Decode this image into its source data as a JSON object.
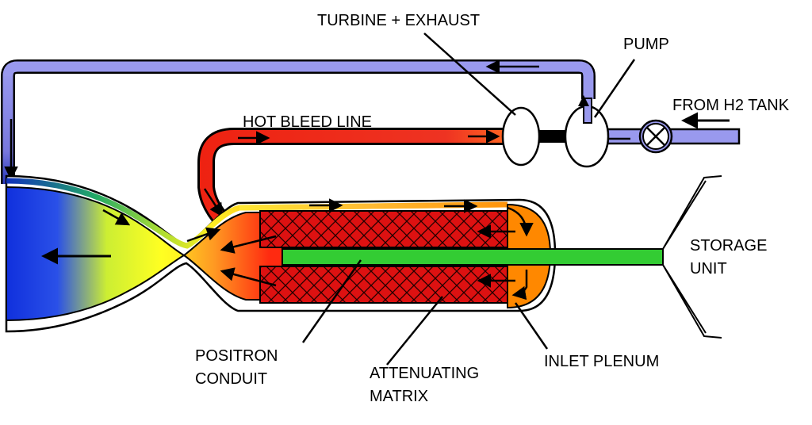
{
  "labels": {
    "turbine_exhaust": "TURBINE + EXHAUST",
    "pump": "PUMP",
    "from_h2_tank": "FROM H2 TANK",
    "hot_bleed_line": "HOT BLEED LINE",
    "storage_unit_line1": "STORAGE",
    "storage_unit_line2": "UNIT",
    "positron_conduit_line1": "POSITRON",
    "positron_conduit_line2": "CONDUIT",
    "attenuating_matrix_line1": "ATTENUATING",
    "attenuating_matrix_line2": "MATRIX",
    "inlet_plenum": "INLET PLENUM"
  },
  "colors": {
    "coolant_line": "#9999ee",
    "hot_line": "#ee3322",
    "matrix": "#dd1111",
    "conduit": "#33cc33",
    "plenum": "#ff8800",
    "nozzle_exit": "#1133dd",
    "throat": "#ffff22"
  }
}
